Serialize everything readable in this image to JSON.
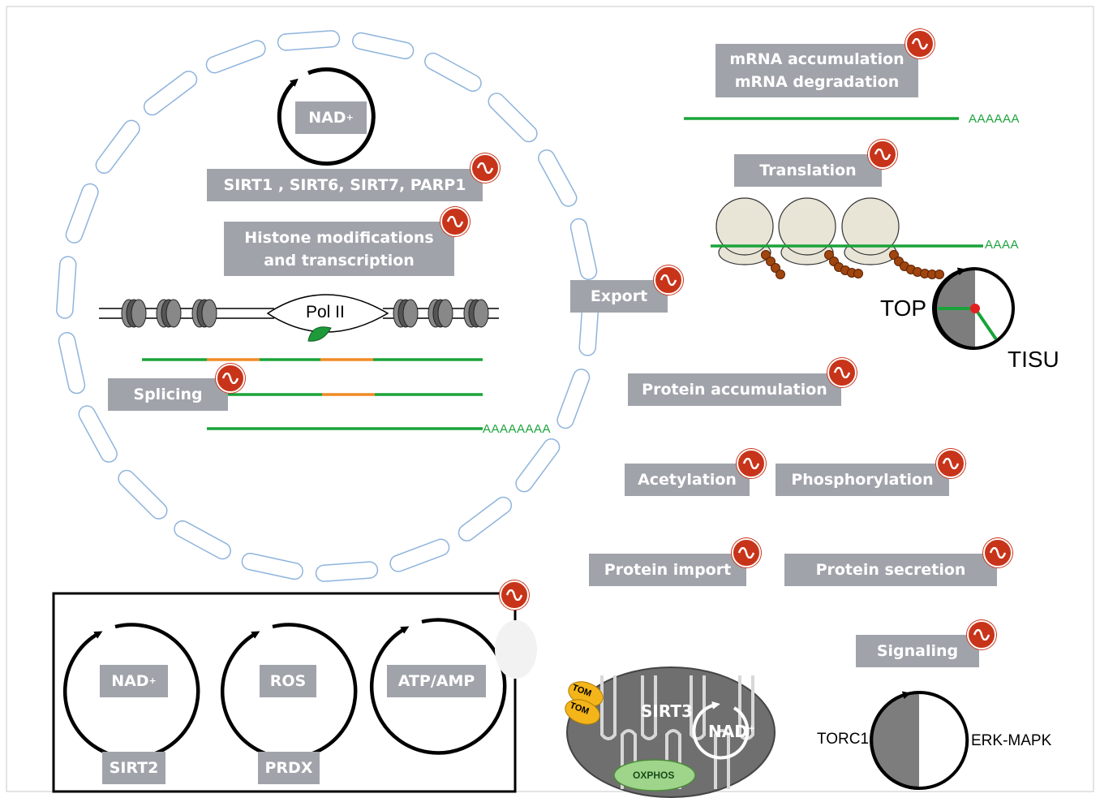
{
  "nucleus": {
    "nad": "NAD",
    "nad_sup": "+",
    "sirtuins": "SIRT1 , SIRT6, SIRT7, PARP1",
    "histone_line1": "Histone modifications",
    "histone_line2": "and transcription",
    "pol2": "Pol II",
    "splicing": "Splicing",
    "polya": "AAAAAAAA"
  },
  "export": "Export",
  "mrna": {
    "line1": "mRNA accumulation",
    "line2": "mRNA degradation",
    "polya": "AAAAAA"
  },
  "translation": {
    "label": "Translation",
    "polya": "AAAA",
    "top": "TOP",
    "tisu": "TISU"
  },
  "protein": {
    "accumulation": "Protein accumulation",
    "acetylation": "Acetylation",
    "phosphorylation": "Phosphorylation",
    "import": "Protein import",
    "secretion": "Protein secretion"
  },
  "metabolic": {
    "nad": "NAD",
    "nad_sup": "+",
    "ros": "ROS",
    "atp": "ATP/AMP",
    "sirt2": "SIRT2",
    "prdx": "PRDX"
  },
  "mito": {
    "tom1": "TOM",
    "tom2": "TOM",
    "sirt3": "SIRT3",
    "nad": "NAD",
    "nad_sup": "+",
    "oxphos": "OXPHOS"
  },
  "signaling": {
    "label": "Signaling",
    "torc1": "TORC1",
    "erk": "ERK-MAPK"
  },
  "colors": {
    "label_bg": "#a0a3aa",
    "oscillation_badge": "#c8341a",
    "rna_green": "#1aa33a",
    "exon_orange": "#f08a24",
    "ribosome": "#e8e4d6",
    "peptide": "#a0450e",
    "mito_body": "#6f6f6f",
    "oxphos": "#9fd48b",
    "tom": "#f3b51a"
  }
}
